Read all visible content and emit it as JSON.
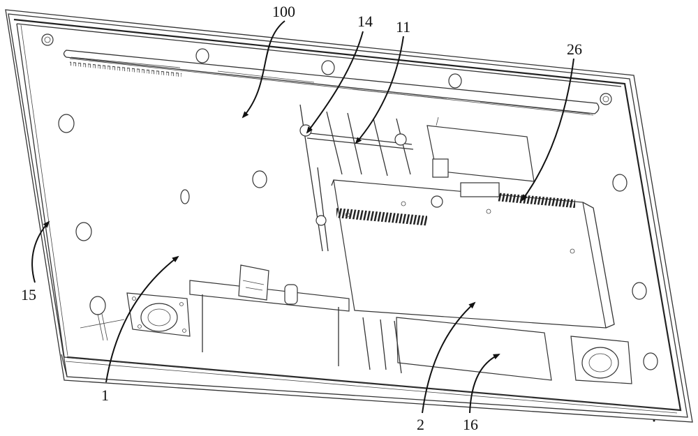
{
  "figure": {
    "type": "patent-line-drawing",
    "subject": "rear view of display panel assembly with back cover and mounted modules",
    "labels": [
      {
        "id": "100",
        "text": "100"
      },
      {
        "id": "14",
        "text": "14"
      },
      {
        "id": "11",
        "text": "11"
      },
      {
        "id": "26",
        "text": "26"
      },
      {
        "id": "15",
        "text": "15"
      },
      {
        "id": "1",
        "text": "1"
      },
      {
        "id": "2",
        "text": "2"
      },
      {
        "id": "16",
        "text": "16"
      }
    ]
  }
}
